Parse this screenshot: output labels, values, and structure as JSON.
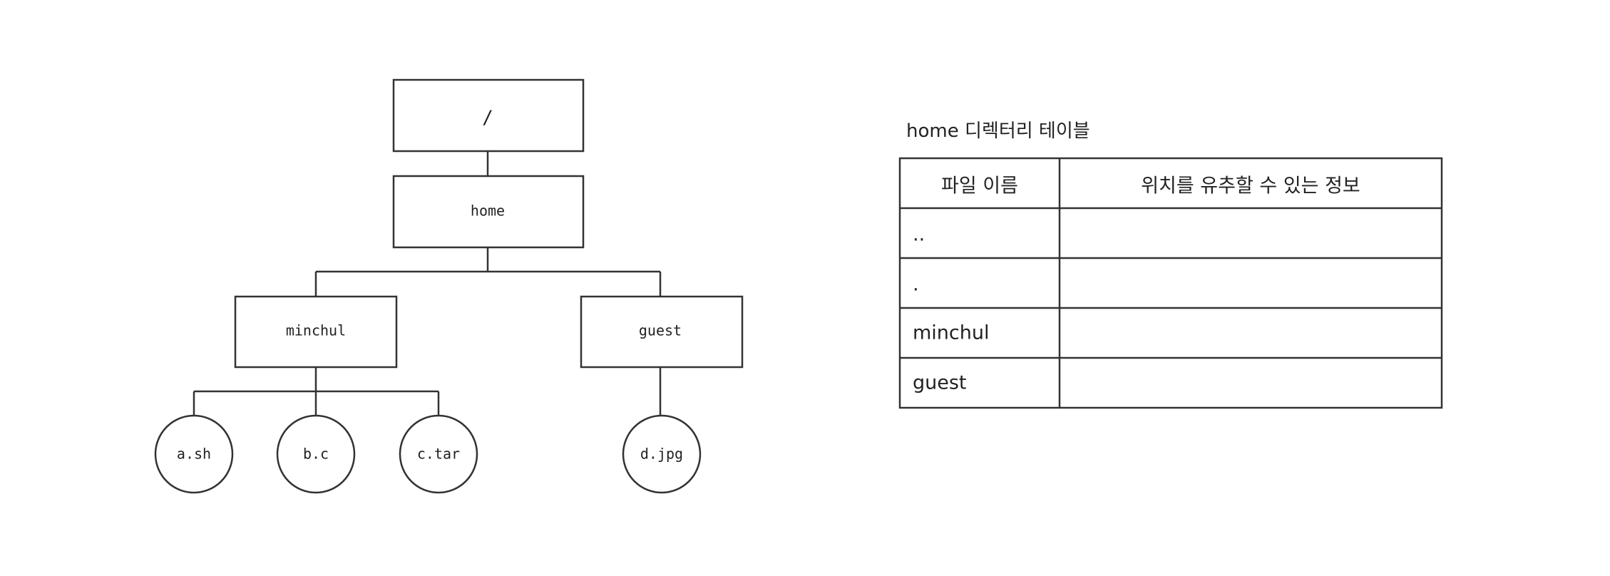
{
  "tree": {
    "root": {
      "label": "/"
    },
    "home": {
      "label": "home"
    },
    "minchul": {
      "label": "minchul"
    },
    "guest": {
      "label": "guest"
    },
    "files": [
      {
        "label": "a.sh"
      },
      {
        "label": "b.c"
      },
      {
        "label": "c.tar"
      },
      {
        "label": "d.jpg"
      }
    ]
  },
  "table": {
    "title": "home 디렉터리 테이블",
    "headers": [
      "파일 이름",
      "위치를 유추할 수 있는 정보"
    ],
    "rows": [
      {
        "name": "..",
        "info": ""
      },
      {
        "name": ".",
        "info": ""
      },
      {
        "name": "minchul",
        "info": ""
      },
      {
        "name": "guest",
        "info": ""
      }
    ]
  }
}
